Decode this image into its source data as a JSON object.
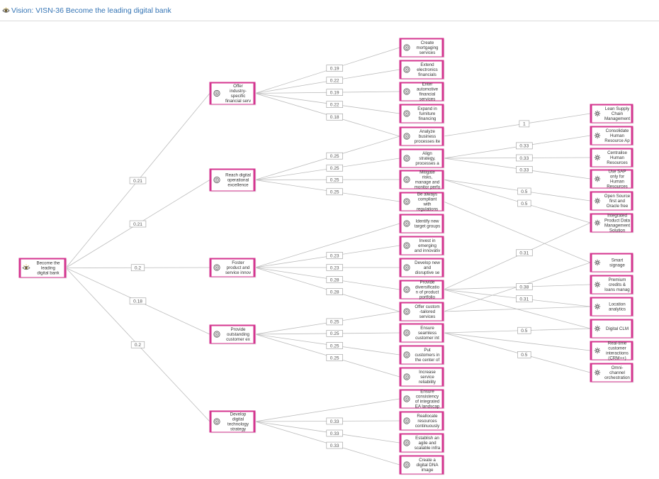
{
  "header": {
    "title": "Vision: VISN-36 Become the leading digital bank",
    "icon": "vision-eye-icon"
  },
  "colors": {
    "node_border": "#d4358f",
    "node_fill": "#ffffff",
    "node_accent": "#d4358f",
    "edge": "#bdbdbd",
    "weight_border": "#9a9a9a",
    "title_link": "#3575b5"
  },
  "nodes": [
    {
      "id": "root",
      "icon": "eye-icon",
      "lines": [
        "Become the",
        "leading",
        "digital bank"
      ]
    },
    {
      "id": "g1",
      "icon": "target-icon",
      "lines": [
        "Offer",
        "industry-",
        "specific",
        "financial serv"
      ]
    },
    {
      "id": "g2",
      "icon": "target-icon",
      "lines": [
        "Reach digital",
        "operational",
        "excellence"
      ]
    },
    {
      "id": "g3",
      "icon": "target-icon",
      "lines": [
        "Foster",
        "product and",
        "service innov"
      ]
    },
    {
      "id": "g4",
      "icon": "target-icon",
      "lines": [
        "Provide",
        "outstanding",
        "customer ex"
      ]
    },
    {
      "id": "g5",
      "icon": "target-icon",
      "lines": [
        "Develop",
        "digital",
        "technology",
        "strategy"
      ]
    },
    {
      "id": "o1",
      "icon": "target-icon",
      "lines": [
        "Create",
        "mortgaging",
        "services"
      ]
    },
    {
      "id": "o2",
      "icon": "target-icon",
      "lines": [
        "Extend",
        "electronics",
        "financials"
      ]
    },
    {
      "id": "o3",
      "icon": "target-icon",
      "lines": [
        "Enter",
        "automotive",
        "financial",
        "services"
      ]
    },
    {
      "id": "o4",
      "icon": "target-icon",
      "lines": [
        "Expand in",
        "furniture",
        "financing"
      ]
    },
    {
      "id": "o5",
      "icon": "target-icon",
      "lines": [
        "Analyze",
        "business",
        "processes ite"
      ]
    },
    {
      "id": "o6",
      "icon": "target-icon",
      "lines": [
        "Align",
        "strategy,",
        "processes a"
      ]
    },
    {
      "id": "o7",
      "icon": "target-icon",
      "lines": [
        "Mitigate",
        "risks,",
        "manage and",
        "monitor perfo"
      ]
    },
    {
      "id": "o8",
      "icon": "target-icon",
      "lines": [
        "Be always",
        "compliant",
        "with",
        "regulations"
      ]
    },
    {
      "id": "o9",
      "icon": "target-icon",
      "lines": [
        "Identify new",
        "target groups"
      ]
    },
    {
      "id": "o10",
      "icon": "target-icon",
      "lines": [
        "Invest in",
        "emerging",
        "and innovativ"
      ]
    },
    {
      "id": "o11",
      "icon": "target-icon",
      "lines": [
        "Develop new",
        "and",
        "disruptive se"
      ]
    },
    {
      "id": "o12",
      "icon": "target-icon",
      "lines": [
        "Provide",
        "diversificatio",
        "n of product",
        "portfolio"
      ]
    },
    {
      "id": "o13",
      "icon": "target-icon",
      "lines": [
        "Offer custom",
        "-tailored",
        "services"
      ]
    },
    {
      "id": "o14",
      "icon": "target-icon",
      "lines": [
        "Ensure",
        "seamless",
        "customer int"
      ]
    },
    {
      "id": "o15",
      "icon": "target-icon",
      "lines": [
        "Put",
        "customers in",
        "the center of"
      ]
    },
    {
      "id": "o16",
      "icon": "target-icon",
      "lines": [
        "Increase",
        "service",
        "reliability"
      ]
    },
    {
      "id": "o17",
      "icon": "target-icon",
      "lines": [
        "Ensure",
        "consistency",
        "of integrated",
        "EA landscap"
      ]
    },
    {
      "id": "o18",
      "icon": "target-icon",
      "lines": [
        "Reallocate",
        "resources",
        "continuously"
      ]
    },
    {
      "id": "o19",
      "icon": "target-icon",
      "lines": [
        "Establish an",
        "agile and",
        "scalable infra"
      ]
    },
    {
      "id": "o20",
      "icon": "target-icon",
      "lines": [
        "Create a",
        "digital DNA",
        "image"
      ]
    },
    {
      "id": "p1",
      "icon": "initiative-icon",
      "lines": [
        "Lean Supply",
        "Chain",
        "Management"
      ]
    },
    {
      "id": "p2",
      "icon": "initiative-icon",
      "lines": [
        "Consolidate",
        "Human",
        "Resource Ap"
      ]
    },
    {
      "id": "p3",
      "icon": "initiative-icon",
      "lines": [
        "Centralise",
        "Human",
        "Resources"
      ]
    },
    {
      "id": "p4",
      "icon": "initiative-icon",
      "lines": [
        "Use SAP",
        "only for",
        "Human",
        "Resources"
      ]
    },
    {
      "id": "p5",
      "icon": "initiative-icon",
      "lines": [
        "Open Source",
        "first and",
        "Oracle free"
      ]
    },
    {
      "id": "p6",
      "icon": "initiative-icon",
      "lines": [
        "Integrated",
        "Product Data",
        "Management",
        "Solution"
      ]
    },
    {
      "id": "p7",
      "icon": "initiative-icon",
      "lines": [
        "Smart",
        "signage"
      ]
    },
    {
      "id": "p8",
      "icon": "initiative-icon",
      "lines": [
        "Premium",
        "credits &",
        "loans manag"
      ]
    },
    {
      "id": "p9",
      "icon": "initiative-icon",
      "lines": [
        "Location",
        "analytics"
      ]
    },
    {
      "id": "p10",
      "icon": "initiative-icon",
      "lines": [
        "Digital CLM"
      ]
    },
    {
      "id": "p11",
      "icon": "initiative-icon",
      "lines": [
        "Real-time",
        "customer",
        "interactions",
        "(CRM++)"
      ]
    },
    {
      "id": "p12",
      "icon": "initiative-icon",
      "lines": [
        "Omni-",
        "channel",
        "orchestration"
      ]
    }
  ],
  "edges": [
    {
      "from": "root",
      "to": "g1",
      "weight": "0.21"
    },
    {
      "from": "root",
      "to": "g2",
      "weight": "0.21"
    },
    {
      "from": "root",
      "to": "g3",
      "weight": "0.2"
    },
    {
      "from": "root",
      "to": "g4",
      "weight": "0.18"
    },
    {
      "from": "root",
      "to": "g5",
      "weight": "0.2"
    },
    {
      "from": "g1",
      "to": "o1",
      "weight": "0.19"
    },
    {
      "from": "g1",
      "to": "o2",
      "weight": "0.22"
    },
    {
      "from": "g1",
      "to": "o3",
      "weight": "0.19"
    },
    {
      "from": "g1",
      "to": "o4",
      "weight": "0.22"
    },
    {
      "from": "g1",
      "to": "o5",
      "weight": "0.18"
    },
    {
      "from": "g2",
      "to": "o5",
      "weight": "0.25"
    },
    {
      "from": "g2",
      "to": "o6",
      "weight": "0.25"
    },
    {
      "from": "g2",
      "to": "o7",
      "weight": "0.25"
    },
    {
      "from": "g2",
      "to": "o8",
      "weight": "0.25"
    },
    {
      "from": "g3",
      "to": "o9",
      "weight": ""
    },
    {
      "from": "g3",
      "to": "o10",
      "weight": "0.23"
    },
    {
      "from": "g3",
      "to": "o11",
      "weight": "0.23"
    },
    {
      "from": "g3",
      "to": "o12",
      "weight": "0.28"
    },
    {
      "from": "g3",
      "to": "o13",
      "weight": "0.28"
    },
    {
      "from": "g4",
      "to": "o13",
      "weight": "0.25"
    },
    {
      "from": "g4",
      "to": "o14",
      "weight": "0.25"
    },
    {
      "from": "g4",
      "to": "o15",
      "weight": "0.25"
    },
    {
      "from": "g4",
      "to": "o16",
      "weight": "0.25"
    },
    {
      "from": "g5",
      "to": "o17",
      "weight": ""
    },
    {
      "from": "g5",
      "to": "o18",
      "weight": "0.33"
    },
    {
      "from": "g5",
      "to": "o19",
      "weight": "0.33"
    },
    {
      "from": "g5",
      "to": "o20",
      "weight": "0.33"
    },
    {
      "from": "o5",
      "to": "p1",
      "weight": "1"
    },
    {
      "from": "o6",
      "to": "p2",
      "weight": "0.33"
    },
    {
      "from": "o6",
      "to": "p3",
      "weight": "0.33"
    },
    {
      "from": "o6",
      "to": "p4",
      "weight": "0.33"
    },
    {
      "from": "o7",
      "to": "p5",
      "weight": "0.5"
    },
    {
      "from": "o7",
      "to": "p6",
      "weight": "0.5"
    },
    {
      "from": "o8",
      "to": "p7",
      "weight": ""
    },
    {
      "from": "o12",
      "to": "p6",
      "weight": "0.31"
    },
    {
      "from": "o12",
      "to": "p8",
      "weight": "0.38"
    },
    {
      "from": "o12",
      "to": "p9",
      "weight": "0.31"
    },
    {
      "from": "o12",
      "to": "p10",
      "weight": ""
    },
    {
      "from": "o13",
      "to": "p7",
      "weight": ""
    },
    {
      "from": "o13",
      "to": "p9",
      "weight": ""
    },
    {
      "from": "o14",
      "to": "p10",
      "weight": "0.5"
    },
    {
      "from": "o14",
      "to": "p11",
      "weight": ""
    },
    {
      "from": "o14",
      "to": "p12",
      "weight": "0.5"
    }
  ]
}
